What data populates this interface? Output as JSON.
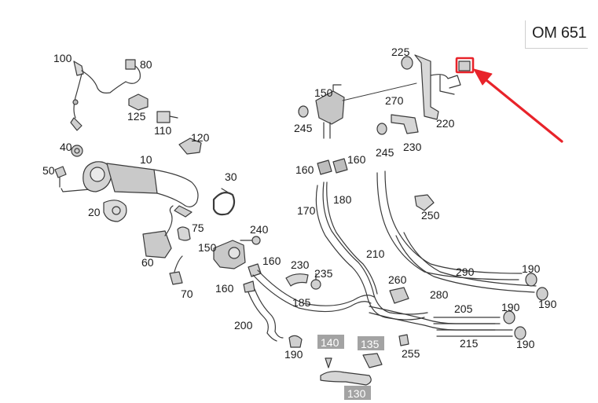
{
  "model": "OM 651",
  "labels": {
    "p100": "100",
    "p80": "80",
    "p125": "125",
    "p110": "110",
    "p120": "120",
    "p40": "40",
    "p50": "50",
    "p10": "10",
    "p30": "30",
    "p20": "20",
    "p75": "75",
    "p60": "60",
    "p70": "70",
    "p240": "240",
    "p150a": "150",
    "p160a": "160",
    "p160b": "160",
    "p230a": "230",
    "p235": "235",
    "p185": "185",
    "p200": "200",
    "p190a": "190",
    "p140": "140",
    "p135": "135",
    "p130": "130",
    "p225": "225",
    "p150b": "150",
    "p270": "270",
    "p245a": "245",
    "p245b": "245",
    "p220": "220",
    "p230b": "230",
    "p160c": "160",
    "p160d": "160",
    "p170": "170",
    "p180": "180",
    "p250": "250",
    "p210": "210",
    "p260": "260",
    "p280": "280",
    "p290": "290",
    "p190b": "190",
    "p190c": "190",
    "p205": "205",
    "p190d": "190",
    "p215": "215",
    "p190e": "190",
    "p255": "255"
  },
  "colors": {
    "highlight": "#e8232a",
    "shaded_label": "#a3a3a3",
    "line": "#3a3a3a"
  }
}
